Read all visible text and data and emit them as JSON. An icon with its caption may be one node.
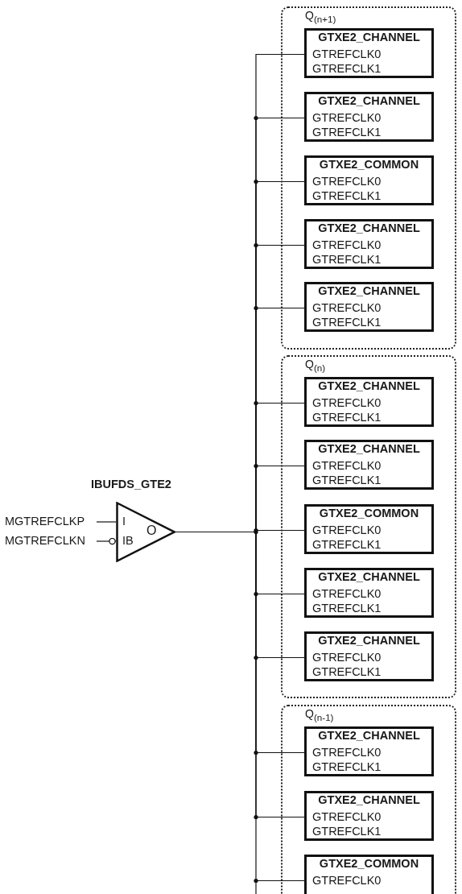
{
  "diagram": {
    "nodes": [
      {
        "text": [
          "MGTREFCLKP"
        ]
      },
      {
        "text": [
          "MGTREFCLKN"
        ]
      },
      {
        "text": [
          "IBUFDS_GTE2",
          "I",
          "IB",
          "O"
        ]
      },
      {
        "text": [
          "Q$_{(n+1)}$"
        ]
      },
      {
        "text": [
          "GTXE2_CHANNEL",
          "GTREFCLK0",
          "GTREFCLK1"
        ],
        "in": 3
      },
      {
        "text": [
          "GTXE2_CHANNEL",
          "GTREFCLK0",
          "GTREFCLK1"
        ],
        "in": 3
      },
      {
        "text": [
          "GTXE2_COMMON",
          "GTREFCLK0",
          "GTREFCLK1"
        ],
        "in": 3
      },
      {
        "text": [
          "GTXE2_CHANNEL",
          "GTREFCLK0",
          "GTREFCLK1"
        ],
        "in": 3
      },
      {
        "text": [
          "GTXE2_CHANNEL",
          "GTREFCLK0",
          "GTREFCLK1"
        ],
        "in": 3
      },
      {
        "text": [
          "Q$_{(n)}$"
        ]
      },
      {
        "text": [
          "GTXE2_CHANNEL",
          "GTREFCLK0",
          "GTREFCLK1"
        ],
        "in": 9
      },
      {
        "text": [
          "GTXE2_CHANNEL",
          "GTREFCLK0",
          "GTREFCLK1"
        ],
        "in": 9
      },
      {
        "text": [
          "GTXE2_COMMON",
          "GTREFCLK0",
          "GTREFCLK1"
        ],
        "in": 9
      },
      {
        "text": [
          "GTXE2_CHANNEL",
          "GTREFCLK0",
          "GTREFCLK1"
        ],
        "in": 9
      },
      {
        "text": [
          "GTXE2_CHANNEL",
          "GTREFCLK0",
          "GTREFCLK1"
        ],
        "in": 9
      },
      {
        "text": [
          "Q$_{(n-1)}$"
        ]
      },
      {
        "text": [
          "GTXE2_CHANNEL",
          "GTREFCLK0",
          "GTREFCLK1"
        ],
        "in": 15
      },
      {
        "text": [
          "GTXE2_CHANNEL",
          "GTREFCLK0",
          "GTREFCLK1"
        ],
        "in": 15
      },
      {
        "text": [
          "GTXE2_COMMON",
          "GTREFCLK0"
        ],
        "in": 15
      }
    ],
    "edges": [
      {
        "from": 0,
        "to": 2,
        "arrow": "none"
      },
      {
        "from": 1,
        "to": 2,
        "arrow": "other"
      },
      {
        "from": 2,
        "to": 4,
        "arrow": "none"
      },
      {
        "from": 2,
        "to": 5,
        "arrow": "none"
      },
      {
        "from": 2,
        "to": 6,
        "arrow": "none"
      },
      {
        "from": 2,
        "to": 7,
        "arrow": "none"
      },
      {
        "from": 2,
        "to": 8,
        "arrow": "none"
      },
      {
        "from": 2,
        "to": 10,
        "arrow": "none"
      },
      {
        "from": 2,
        "to": 11,
        "arrow": "none"
      },
      {
        "from": 2,
        "to": 12,
        "arrow": "none"
      },
      {
        "from": 2,
        "to": 13,
        "arrow": "none"
      },
      {
        "from": 2,
        "to": 14,
        "arrow": "none"
      },
      {
        "from": 2,
        "to": 16,
        "arrow": "none"
      },
      {
        "from": 2,
        "to": 17,
        "arrow": "none"
      },
      {
        "from": 2,
        "to": 18,
        "arrow": "none"
      }
    ]
  }
}
